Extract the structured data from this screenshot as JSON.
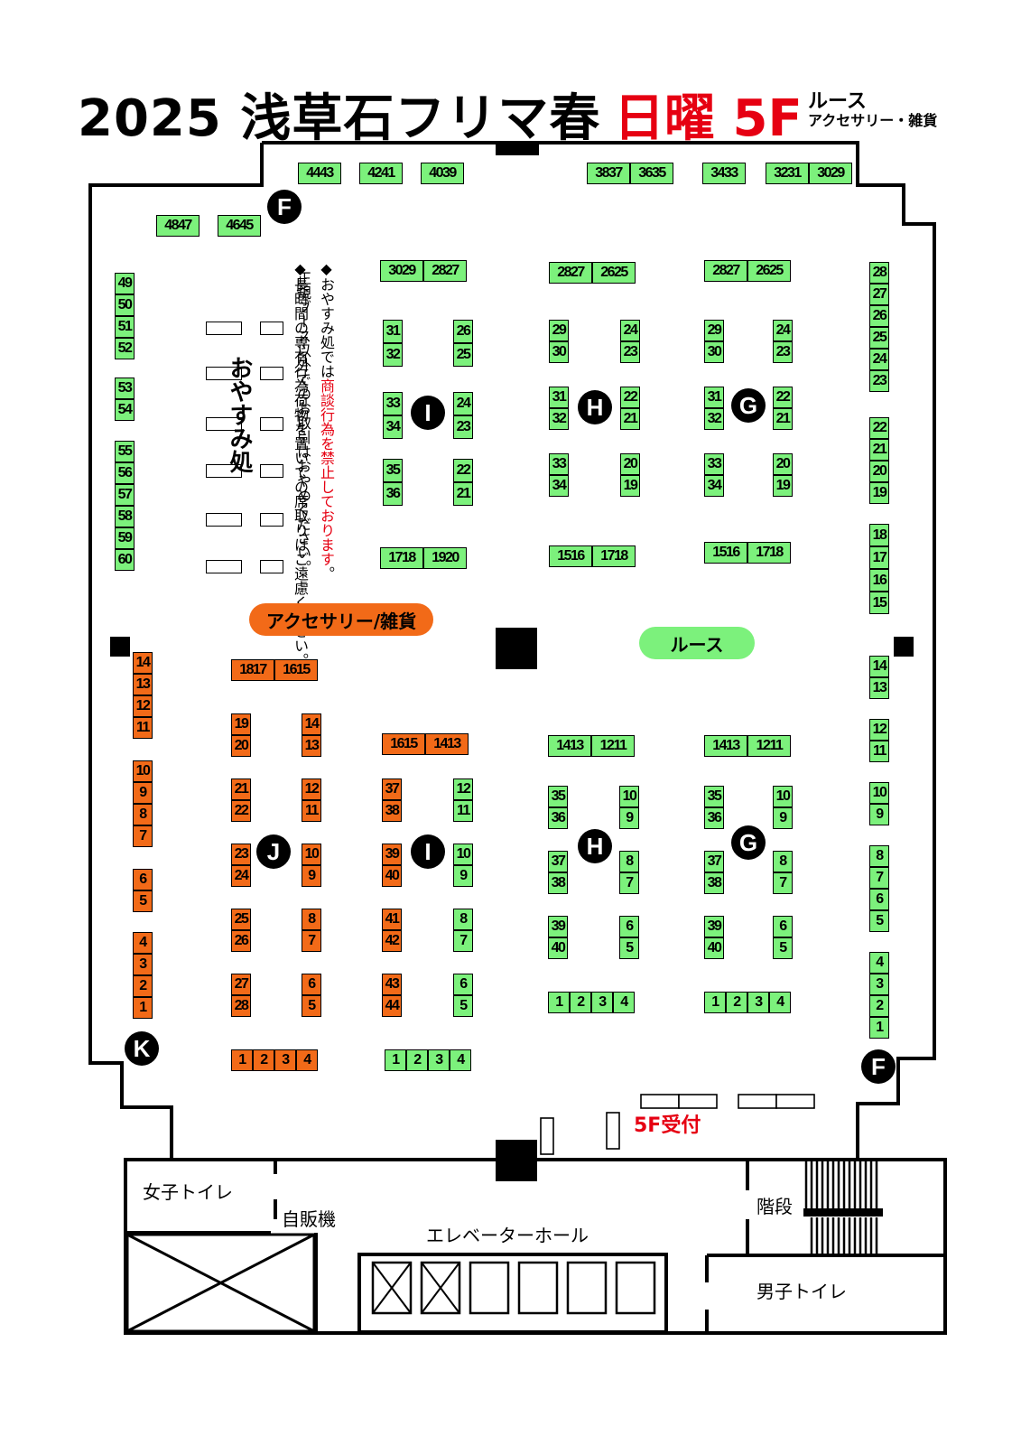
{
  "header": {
    "title": "2025 浅草石フリマ春",
    "day_floor": "日曜 5F",
    "sub_line1": "ルース",
    "sub_line2": "アクセサリー・雑貨"
  },
  "zones": {
    "loose_label": "ルース",
    "accessory_label": "アクセサリー/雑貨",
    "rest_title": "おやすみ処",
    "rest_note_1a": "◆おやすみ処では",
    "rest_note_1b": "商談行為を禁止しております",
    "rest_note_1c": "。",
    "rest_note_2": "正規ブース以外でのお取引はおやめください。",
    "rest_note_3": "◆長時間の専有行為",
    "rest_note_4": "荷物を置いての席取りはご遠慮ください。"
  },
  "facilities": {
    "reception": "5F受付",
    "women_toilet": "女子トイレ",
    "vending": "自販機",
    "elevator_hall": "エレベーターホール",
    "stairs": "階段",
    "men_toilet": "男子トイレ"
  },
  "island_markers": {
    "F_top": "F",
    "F_bottom": "F",
    "K": "K",
    "J": "J",
    "I_upper": "I",
    "I_lower": "I",
    "H_upper": "H",
    "H_lower": "H",
    "G_upper": "G",
    "G_lower": "G"
  },
  "booths": [
    {
      "t": "44 43",
      "c": "g",
      "v": 0
    },
    {
      "t": "42 41",
      "c": "g",
      "v": 0
    },
    {
      "t": "40 39",
      "c": "g",
      "v": 0
    },
    {
      "t": "38 37",
      "c": "g",
      "v": 0
    },
    {
      "t": "36 35",
      "c": "g",
      "v": 0
    },
    {
      "t": "34 33",
      "c": "g",
      "v": 0
    },
    {
      "t": "32 31",
      "c": "g",
      "v": 0
    },
    {
      "t": "30 29",
      "c": "g",
      "v": 0
    },
    {
      "t": "48 47",
      "c": "g",
      "v": 0
    },
    {
      "t": "46 45",
      "c": "g",
      "v": 0
    },
    {
      "t": "49",
      "c": "g",
      "v": 0
    },
    {
      "t": "50",
      "c": "g",
      "v": 0
    },
    {
      "t": "51",
      "c": "g",
      "v": 0
    },
    {
      "t": "52",
      "c": "g",
      "v": 0
    },
    {
      "t": "53",
      "c": "g",
      "v": 0
    },
    {
      "t": "54",
      "c": "g",
      "v": 0
    },
    {
      "t": "55",
      "c": "g",
      "v": 0
    },
    {
      "t": "56",
      "c": "g",
      "v": 0
    },
    {
      "t": "57",
      "c": "g",
      "v": 0
    },
    {
      "t": "58",
      "c": "g",
      "v": 0
    },
    {
      "t": "59",
      "c": "g",
      "v": 0
    },
    {
      "t": "60",
      "c": "g",
      "v": 0
    },
    {
      "t": "30 29",
      "c": "g",
      "v": 0
    },
    {
      "t": "28 27",
      "c": "g",
      "v": 0
    },
    {
      "t": "31",
      "c": "g",
      "v": 0
    },
    {
      "t": "32",
      "c": "g",
      "v": 0
    },
    {
      "t": "33",
      "c": "g",
      "v": 0
    },
    {
      "t": "34",
      "c": "g",
      "v": 0
    },
    {
      "t": "35",
      "c": "g",
      "v": 0
    },
    {
      "t": "36",
      "c": "g",
      "v": 0
    },
    {
      "t": "26",
      "c": "g",
      "v": 0
    },
    {
      "t": "25",
      "c": "g",
      "v": 0
    },
    {
      "t": "24",
      "c": "g",
      "v": 0
    },
    {
      "t": "23",
      "c": "g",
      "v": 0
    },
    {
      "t": "22",
      "c": "g",
      "v": 0
    },
    {
      "t": "21",
      "c": "g",
      "v": 0
    },
    {
      "t": "17 18",
      "c": "g",
      "v": 0
    },
    {
      "t": "19 20",
      "c": "g",
      "v": 0
    },
    {
      "t": "28 27",
      "c": "g",
      "v": 0
    },
    {
      "t": "26 25",
      "c": "g",
      "v": 0
    },
    {
      "t": "29",
      "c": "g",
      "v": 0
    },
    {
      "t": "30",
      "c": "g",
      "v": 0
    },
    {
      "t": "31",
      "c": "g",
      "v": 0
    },
    {
      "t": "32",
      "c": "g",
      "v": 0
    },
    {
      "t": "33",
      "c": "g",
      "v": 0
    },
    {
      "t": "34",
      "c": "g",
      "v": 0
    },
    {
      "t": "24",
      "c": "g",
      "v": 0
    },
    {
      "t": "23",
      "c": "g",
      "v": 0
    },
    {
      "t": "22",
      "c": "g",
      "v": 0
    },
    {
      "t": "21",
      "c": "g",
      "v": 0
    },
    {
      "t": "20",
      "c": "g",
      "v": 0
    },
    {
      "t": "19",
      "c": "g",
      "v": 0
    },
    {
      "t": "15 16",
      "c": "g",
      "v": 0
    },
    {
      "t": "17 18",
      "c": "g",
      "v": 0
    },
    {
      "t": "28 27",
      "c": "g",
      "v": 0
    },
    {
      "t": "26 25",
      "c": "g",
      "v": 0
    },
    {
      "t": "29",
      "c": "g",
      "v": 0
    },
    {
      "t": "30",
      "c": "g",
      "v": 0
    },
    {
      "t": "31",
      "c": "g",
      "v": 0
    },
    {
      "t": "32",
      "c": "g",
      "v": 0
    },
    {
      "t": "33",
      "c": "g",
      "v": 0
    },
    {
      "t": "34",
      "c": "g",
      "v": 0
    },
    {
      "t": "24",
      "c": "g",
      "v": 0
    },
    {
      "t": "23",
      "c": "g",
      "v": 0
    },
    {
      "t": "22",
      "c": "g",
      "v": 0
    },
    {
      "t": "21",
      "c": "g",
      "v": 0
    },
    {
      "t": "20",
      "c": "g",
      "v": 0
    },
    {
      "t": "19",
      "c": "g",
      "v": 0
    },
    {
      "t": "15 16",
      "c": "g",
      "v": 0
    },
    {
      "t": "17 18",
      "c": "g",
      "v": 0
    },
    {
      "t": "28",
      "c": "g",
      "v": 0
    },
    {
      "t": "27",
      "c": "g",
      "v": 0
    },
    {
      "t": "26",
      "c": "g",
      "v": 0
    },
    {
      "t": "25",
      "c": "g",
      "v": 0
    },
    {
      "t": "24",
      "c": "g",
      "v": 0
    },
    {
      "t": "23",
      "c": "g",
      "v": 0
    },
    {
      "t": "22",
      "c": "g",
      "v": 0
    },
    {
      "t": "21",
      "c": "g",
      "v": 0
    },
    {
      "t": "20",
      "c": "g",
      "v": 0
    },
    {
      "t": "19",
      "c": "g",
      "v": 0
    },
    {
      "t": "18",
      "c": "g",
      "v": 0
    },
    {
      "t": "17",
      "c": "g",
      "v": 0
    },
    {
      "t": "16",
      "c": "g",
      "v": 0
    },
    {
      "t": "15",
      "c": "g",
      "v": 0
    },
    {
      "t": "14",
      "c": "g",
      "v": 0
    },
    {
      "t": "13",
      "c": "g",
      "v": 0
    },
    {
      "t": "12",
      "c": "g",
      "v": 0
    },
    {
      "t": "11",
      "c": "g",
      "v": 0
    },
    {
      "t": "10",
      "c": "g",
      "v": 0
    },
    {
      "t": "9",
      "c": "g",
      "v": 0
    },
    {
      "t": "8",
      "c": "g",
      "v": 0
    },
    {
      "t": "7",
      "c": "g",
      "v": 0
    },
    {
      "t": "6",
      "c": "g",
      "v": 0
    },
    {
      "t": "5",
      "c": "g",
      "v": 0
    },
    {
      "t": "4",
      "c": "g",
      "v": 0
    },
    {
      "t": "3",
      "c": "g",
      "v": 0
    },
    {
      "t": "2",
      "c": "g",
      "v": 0
    },
    {
      "t": "1",
      "c": "g",
      "v": 0
    },
    {
      "t": "14",
      "c": "o",
      "v": 0
    },
    {
      "t": "13",
      "c": "o",
      "v": 0
    },
    {
      "t": "12",
      "c": "o",
      "v": 0
    },
    {
      "t": "11",
      "c": "o",
      "v": 0
    },
    {
      "t": "10",
      "c": "o",
      "v": 0
    },
    {
      "t": "9",
      "c": "o",
      "v": 0
    },
    {
      "t": "8",
      "c": "o",
      "v": 0
    },
    {
      "t": "7",
      "c": "o",
      "v": 0
    },
    {
      "t": "6",
      "c": "o",
      "v": 0
    },
    {
      "t": "5",
      "c": "o",
      "v": 0
    },
    {
      "t": "4",
      "c": "o",
      "v": 0
    },
    {
      "t": "3",
      "c": "o",
      "v": 0
    },
    {
      "t": "2",
      "c": "o",
      "v": 0
    },
    {
      "t": "1",
      "c": "o",
      "v": 0
    },
    {
      "t": "18 17",
      "c": "o",
      "v": 0
    },
    {
      "t": "16 15",
      "c": "o",
      "v": 0
    },
    {
      "t": "19",
      "c": "o",
      "v": 0
    },
    {
      "t": "20",
      "c": "o",
      "v": 0
    },
    {
      "t": "21",
      "c": "o",
      "v": 0
    },
    {
      "t": "22",
      "c": "o",
      "v": 0
    },
    {
      "t": "23",
      "c": "o",
      "v": 0
    },
    {
      "t": "24",
      "c": "o",
      "v": 0
    },
    {
      "t": "25",
      "c": "o",
      "v": 0
    },
    {
      "t": "26",
      "c": "o",
      "v": 0
    },
    {
      "t": "27",
      "c": "o",
      "v": 0
    },
    {
      "t": "28",
      "c": "o",
      "v": 0
    },
    {
      "t": "14",
      "c": "o",
      "v": 0
    },
    {
      "t": "13",
      "c": "o",
      "v": 0
    },
    {
      "t": "12",
      "c": "o",
      "v": 0
    },
    {
      "t": "11",
      "c": "o",
      "v": 0
    },
    {
      "t": "10",
      "c": "o",
      "v": 0
    },
    {
      "t": "9",
      "c": "o",
      "v": 0
    },
    {
      "t": "8",
      "c": "o",
      "v": 0
    },
    {
      "t": "7",
      "c": "o",
      "v": 0
    },
    {
      "t": "6",
      "c": "o",
      "v": 0
    },
    {
      "t": "5",
      "c": "o",
      "v": 0
    },
    {
      "t": "1",
      "c": "o",
      "v": 0
    },
    {
      "t": "2",
      "c": "o",
      "v": 0
    },
    {
      "t": "3",
      "c": "o",
      "v": 0
    },
    {
      "t": "4",
      "c": "o",
      "v": 0
    },
    {
      "t": "16 15",
      "c": "o",
      "v": 0
    },
    {
      "t": "14 13",
      "c": "o",
      "v": 0
    },
    {
      "t": "37",
      "c": "o",
      "v": 0
    },
    {
      "t": "38",
      "c": "o",
      "v": 0
    },
    {
      "t": "39",
      "c": "o",
      "v": 0
    },
    {
      "t": "40",
      "c": "o",
      "v": 0
    },
    {
      "t": "41",
      "c": "o",
      "v": 0
    },
    {
      "t": "42",
      "c": "o",
      "v": 0
    },
    {
      "t": "43",
      "c": "o",
      "v": 0
    },
    {
      "t": "44",
      "c": "o",
      "v": 0
    },
    {
      "t": "12",
      "c": "g",
      "v": 0
    },
    {
      "t": "11",
      "c": "g",
      "v": 0
    },
    {
      "t": "10",
      "c": "g",
      "v": 0
    },
    {
      "t": "9",
      "c": "g",
      "v": 0
    },
    {
      "t": "8",
      "c": "g",
      "v": 0
    },
    {
      "t": "7",
      "c": "g",
      "v": 0
    },
    {
      "t": "6",
      "c": "g",
      "v": 0
    },
    {
      "t": "5",
      "c": "g",
      "v": 0
    },
    {
      "t": "1",
      "c": "g",
      "v": 0
    },
    {
      "t": "2",
      "c": "g",
      "v": 0
    },
    {
      "t": "3",
      "c": "g",
      "v": 0
    },
    {
      "t": "4",
      "c": "g",
      "v": 0
    },
    {
      "t": "14 13",
      "c": "g",
      "v": 0
    },
    {
      "t": "12 11",
      "c": "g",
      "v": 0
    },
    {
      "t": "35",
      "c": "g",
      "v": 0
    },
    {
      "t": "36",
      "c": "g",
      "v": 0
    },
    {
      "t": "37",
      "c": "g",
      "v": 0
    },
    {
      "t": "38",
      "c": "g",
      "v": 0
    },
    {
      "t": "39",
      "c": "g",
      "v": 0
    },
    {
      "t": "40",
      "c": "g",
      "v": 0
    },
    {
      "t": "10",
      "c": "g",
      "v": 0
    },
    {
      "t": "9",
      "c": "g",
      "v": 0
    },
    {
      "t": "8",
      "c": "g",
      "v": 0
    },
    {
      "t": "7",
      "c": "g",
      "v": 0
    },
    {
      "t": "6",
      "c": "g",
      "v": 0
    },
    {
      "t": "5",
      "c": "g",
      "v": 0
    },
    {
      "t": "1",
      "c": "g",
      "v": 0
    },
    {
      "t": "2",
      "c": "g",
      "v": 0
    },
    {
      "t": "3",
      "c": "g",
      "v": 0
    },
    {
      "t": "4",
      "c": "g",
      "v": 0
    },
    {
      "t": "14 13",
      "c": "g",
      "v": 0
    },
    {
      "t": "12 11",
      "c": "g",
      "v": 0
    },
    {
      "t": "35",
      "c": "g",
      "v": 0
    },
    {
      "t": "36",
      "c": "g",
      "v": 0
    },
    {
      "t": "37",
      "c": "g",
      "v": 0
    },
    {
      "t": "38",
      "c": "g",
      "v": 0
    },
    {
      "t": "39",
      "c": "g",
      "v": 0
    },
    {
      "t": "40",
      "c": "g",
      "v": 0
    },
    {
      "t": "10",
      "c": "g",
      "v": 0
    },
    {
      "t": "9",
      "c": "g",
      "v": 0
    },
    {
      "t": "8",
      "c": "g",
      "v": 0
    },
    {
      "t": "7",
      "c": "g",
      "v": 0
    },
    {
      "t": "6",
      "c": "g",
      "v": 0
    },
    {
      "t": "5",
      "c": "g",
      "v": 0
    },
    {
      "t": "1",
      "c": "g",
      "v": 0
    },
    {
      "t": "2",
      "c": "g",
      "v": 0
    },
    {
      "t": "3",
      "c": "g",
      "v": 0
    },
    {
      "t": "4",
      "c": "g",
      "v": 0
    }
  ],
  "colors": {
    "green_booth": "#7cf17c",
    "orange_booth": "#f26a18",
    "accent_red": "#e60012",
    "loose_pill": "#7cf17c",
    "accessory_pill": "#f26a18"
  }
}
